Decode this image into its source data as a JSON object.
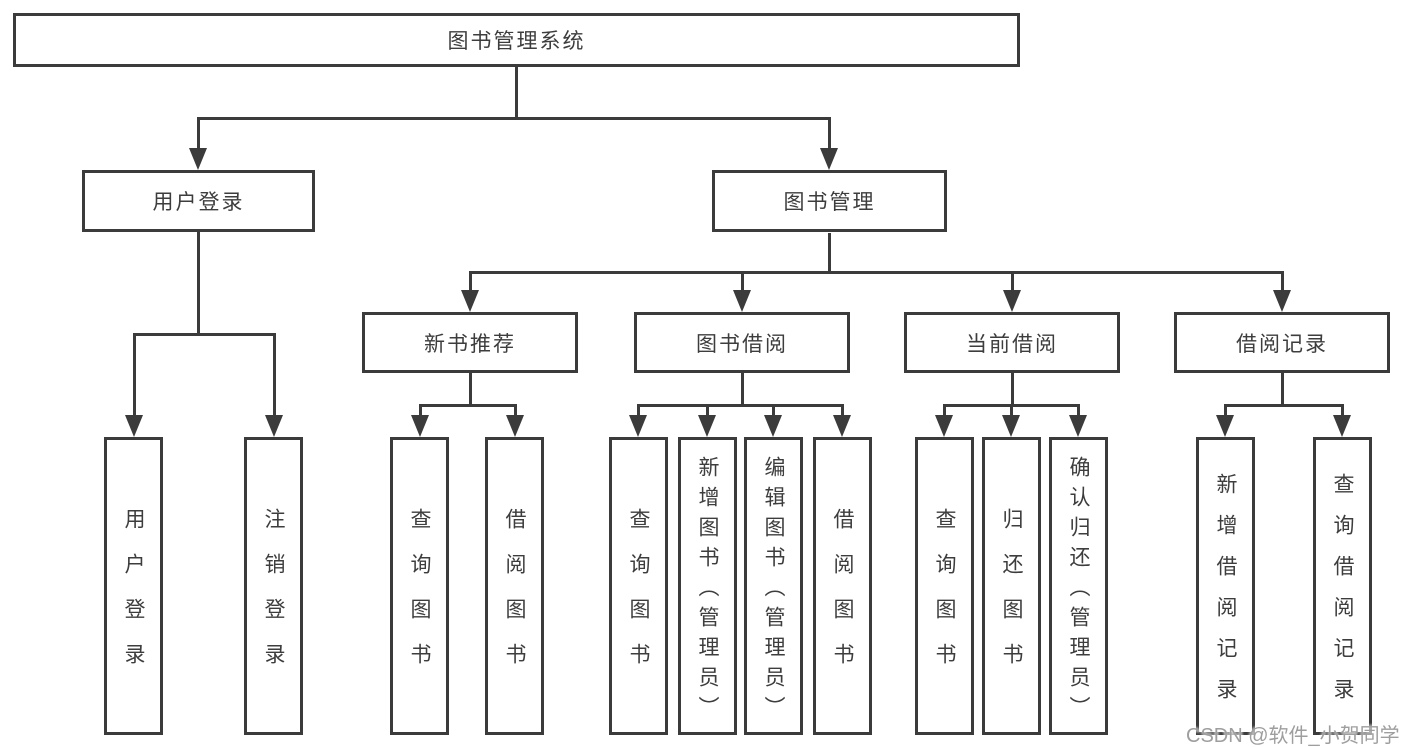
{
  "tree": {
    "label": "图书管理系统",
    "children": [
      {
        "label": "用户登录",
        "children": [
          {
            "label": "用户登录"
          },
          {
            "label": "注销登录"
          }
        ]
      },
      {
        "label": "图书管理",
        "children": [
          {
            "label": "新书推荐",
            "children": [
              {
                "label": "查询图书"
              },
              {
                "label": "借阅图书"
              }
            ]
          },
          {
            "label": "图书借阅",
            "children": [
              {
                "label": "查询图书"
              },
              {
                "label": "新增图书（管理员）"
              },
              {
                "label": "编辑图书（管理员）"
              },
              {
                "label": "借阅图书"
              }
            ]
          },
          {
            "label": "当前借阅",
            "children": [
              {
                "label": "查询图书"
              },
              {
                "label": "归还图书"
              },
              {
                "label": "确认归还（管理员）"
              }
            ]
          },
          {
            "label": "借阅记录",
            "children": [
              {
                "label": "新增借阅记录"
              },
              {
                "label": "查询借阅记录"
              }
            ]
          }
        ]
      }
    ]
  },
  "watermark": {
    "text": "CSDN @软件_小贺同学"
  },
  "colors": {
    "line": "#3b3b3b",
    "text": "#3d3d3d",
    "background": "#ffffff",
    "watermark": "#9e9e9e"
  }
}
